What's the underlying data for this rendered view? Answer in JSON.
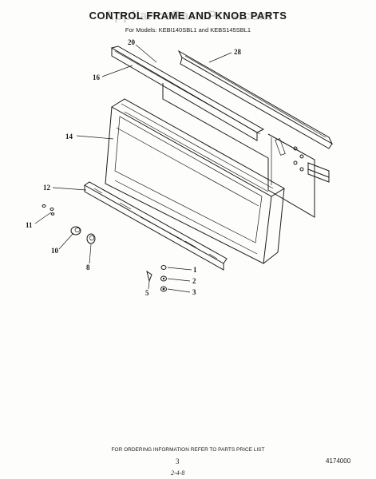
{
  "header": {
    "watermark": "AppliancePartsPros.com",
    "title": "CONTROL FRAME AND KNOB PARTS",
    "subtitle": "For Models: KEBI140SBL1 and KEBS145SBL1"
  },
  "callouts": {
    "c1": "1",
    "c2": "2",
    "c3": "3",
    "c5": "5",
    "c8": "8",
    "c10": "10",
    "c11": "11",
    "c12": "12",
    "c14": "14",
    "c16": "16",
    "c20": "20",
    "c28": "28"
  },
  "footer": {
    "note": "FOR ORDERING INFORMATION REFER TO PARTS PRICE LIST",
    "page_number": "3",
    "doc_number": "4174000",
    "section_code": "2-4-8"
  }
}
